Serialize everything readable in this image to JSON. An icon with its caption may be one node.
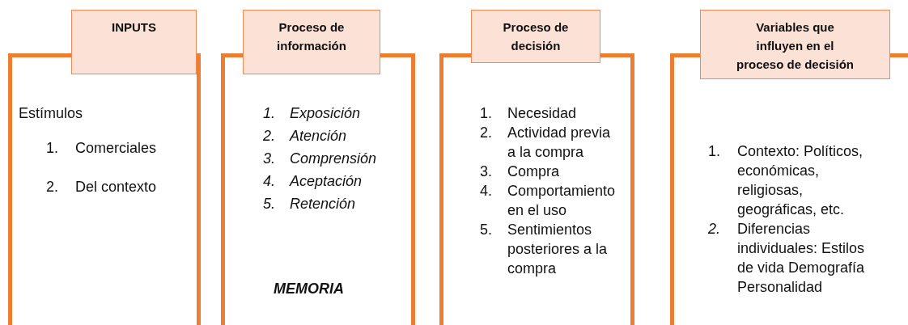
{
  "diagram": {
    "nodes": [
      {
        "text": [
          "INPUTS"
        ]
      },
      {
        "text": [
          "Estímulos",
          "1. Comerciales",
          "2. Del contexto"
        ]
      },
      {
        "text": [
          "Proceso de información"
        ]
      },
      {
        "text": [
          "1. Exposición",
          "2. Atención",
          "3. Comprensión",
          "4. Aceptación",
          "5. Retención",
          "MEMORIA"
        ]
      },
      {
        "text": [
          "Proceso de decisión"
        ]
      },
      {
        "text": [
          "1. Necesidad",
          "2. Actividad previa a la compra",
          "3. Compra",
          "4. Comportamiento en el uso",
          "5. Sentimientos posteriores a la compra"
        ]
      },
      {
        "text": [
          "Variables que influyen en el proceso de decisión"
        ]
      },
      {
        "text": [
          "1. Contexto: Políticos, económicas, religiosas, geográficas, etc.",
          "2. Diferencias individuales: Estilos de vida Demografía Personalidad"
        ]
      }
    ]
  }
}
